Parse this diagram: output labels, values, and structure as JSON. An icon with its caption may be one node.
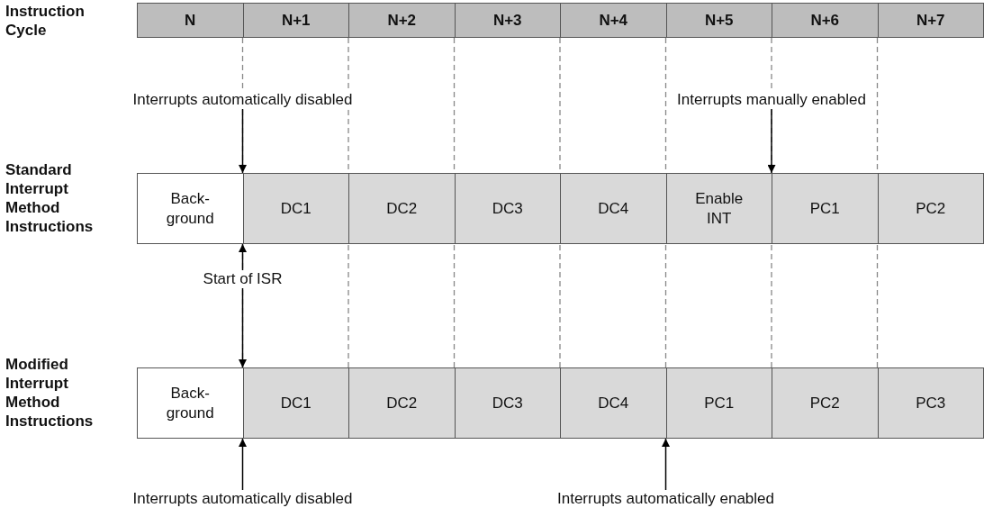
{
  "diagram": {
    "nodes": [
      {
        "text": [
          "N"
        ]
      },
      {
        "text": [
          "N+1"
        ]
      },
      {
        "text": [
          "N+2"
        ]
      },
      {
        "text": [
          "N+3"
        ]
      },
      {
        "text": [
          "N+4"
        ]
      },
      {
        "text": [
          "N+5"
        ]
      },
      {
        "text": [
          "N+6"
        ]
      },
      {
        "text": [
          "N+7"
        ]
      },
      {
        "text": [
          "Interrupts automatically disabled"
        ]
      },
      {
        "text": [
          "Interrupts manually enabled"
        ]
      },
      {
        "text": [
          "Back- ground"
        ]
      },
      {
        "text": [
          "DC1"
        ]
      },
      {
        "text": [
          "DC2"
        ]
      },
      {
        "text": [
          "DC3"
        ]
      },
      {
        "text": [
          "DC4"
        ]
      },
      {
        "text": [
          "Enable INT"
        ]
      },
      {
        "text": [
          "PC1"
        ]
      },
      {
        "text": [
          "PC2"
        ]
      },
      {
        "text": [
          "Start of ISR"
        ]
      },
      {
        "text": [
          "Back- ground"
        ]
      },
      {
        "text": [
          "DC1"
        ]
      },
      {
        "text": [
          "DC2"
        ]
      },
      {
        "text": [
          "DC3"
        ]
      },
      {
        "text": [
          "DC4"
        ]
      },
      {
        "text": [
          "PC1"
        ]
      },
      {
        "text": [
          "PC2"
        ]
      },
      {
        "text": [
          "PC3"
        ]
      },
      {
        "text": [
          "Interrupts automatically disabled"
        ]
      },
      {
        "text": [
          "Interrupts automatically enabled"
        ]
      }
    ],
    "edges": [
      {
        "from": 8,
        "to": 10,
        "arrow": "to"
      },
      {
        "from": 9,
        "to": 15,
        "arrow": "to"
      },
      {
        "from": 18,
        "to": 10,
        "arrow": "to"
      },
      {
        "from": 18,
        "to": 19,
        "arrow": "to"
      },
      {
        "from": 27,
        "to": 19,
        "arrow": "to"
      },
      {
        "from": 28,
        "to": 23,
        "arrow": "to"
      }
    ],
    "labels": [
      "Instruction Cycle",
      "Standard Interrupt Method Instructions",
      "Modified Interrupt Method Instructions"
    ]
  }
}
